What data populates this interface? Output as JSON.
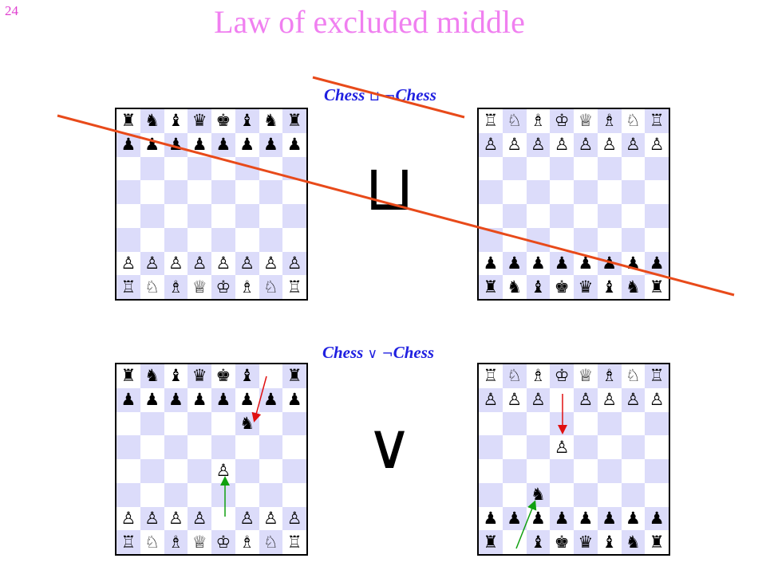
{
  "slide": {
    "number": "24",
    "title": "Law of excluded middle"
  },
  "formulas": {
    "top": {
      "left": "Chess",
      "op": "⊔ ¬",
      "right": "Chess"
    },
    "bottom": {
      "left": "Chess",
      "op": "∨ ¬",
      "right": "Chess"
    }
  },
  "symbols": {
    "coproduct": "⊔",
    "or": "∨"
  },
  "colors": {
    "dark_square": "#dcdcfa",
    "strike_line": "#e84a1a",
    "arrow_red": "#e01010",
    "arrow_green": "#10a010",
    "title": "#f080f0",
    "formula": "#2020e0"
  },
  "boards": {
    "top_left": [
      "♜♞♝♛♚♝♞♜",
      "♟♟♟♟♟♟♟♟",
      "        ",
      "        ",
      "        ",
      "        ",
      "♙♙♙♙♙♙♙♙",
      "♖♘♗♕♔♗♘♖"
    ],
    "top_right": [
      "♖♘♗♔♕♗♘♖",
      "♙♙♙♙♙♙♙♙",
      "        ",
      "        ",
      "        ",
      "        ",
      "♟♟♟♟♟♟♟♟",
      "♜♞♝♚♛♝♞♜"
    ],
    "bottom_left": [
      "♜♞♝♛♚♝ ♜",
      "♟♟♟♟♟♟♟♟",
      "     ♞  ",
      "        ",
      "    ♙   ",
      "        ",
      "♙♙♙♙ ♙♙♙",
      "♖♘♗♕♔♗♘♖"
    ],
    "bottom_right": [
      "♖♘♗♔♕♗♘♖",
      "♙♙♙ ♙♙♙♙",
      "        ",
      "   ♙    ",
      "        ",
      "  ♞     ",
      "♟♟♟♟♟♟♟♟",
      "♜ ♝♚♛♝♞♜"
    ]
  }
}
